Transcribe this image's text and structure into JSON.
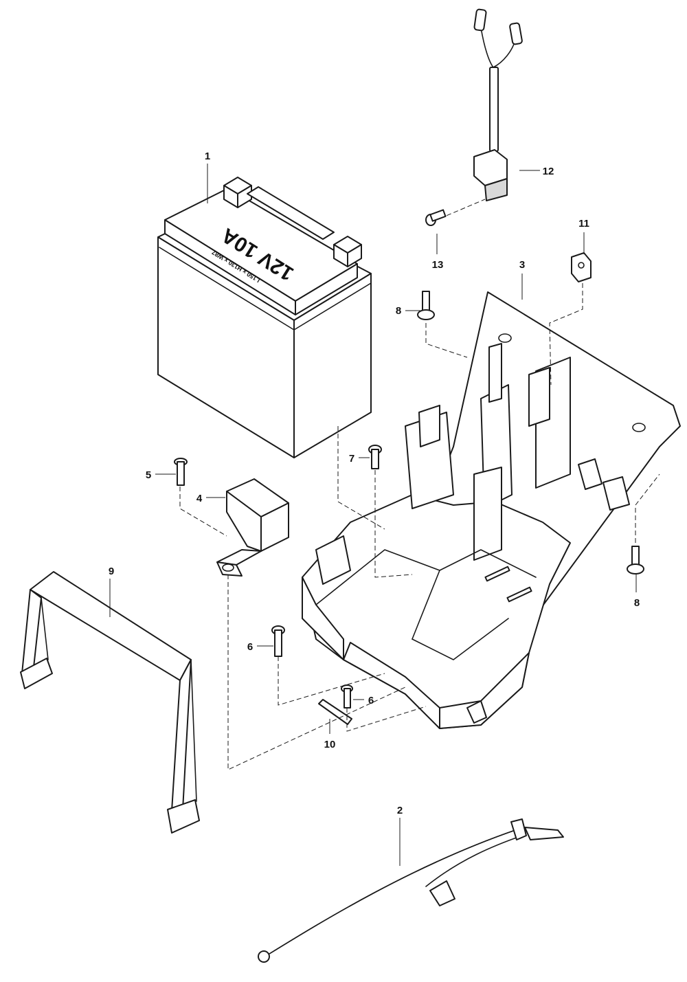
{
  "diagram": {
    "battery_label": "12V 10A",
    "battery_sublabel": "L150 x H130 x W87",
    "callouts": [
      "1",
      "12",
      "11",
      "13",
      "3",
      "8",
      "7",
      "5",
      "4",
      "9",
      "8",
      "6",
      "6",
      "10",
      "2"
    ]
  }
}
